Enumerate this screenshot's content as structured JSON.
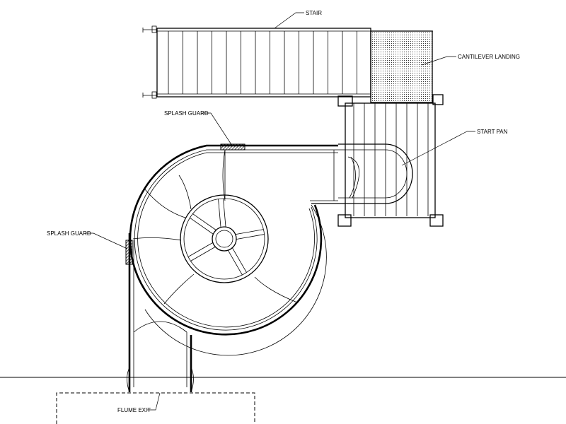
{
  "labels": {
    "stair": "STAIR",
    "cantilever_landing": "CANTILEVER LANDING",
    "start_pan": "START PAN",
    "splash_guard_top": "SPLASH GUARD",
    "splash_guard_left": "SPLASH GUARD",
    "flume_exit": "FLUME EXIT"
  },
  "colors": {
    "line": "#000000",
    "background": "#ffffff",
    "splash_guard_fill": "#333333"
  }
}
